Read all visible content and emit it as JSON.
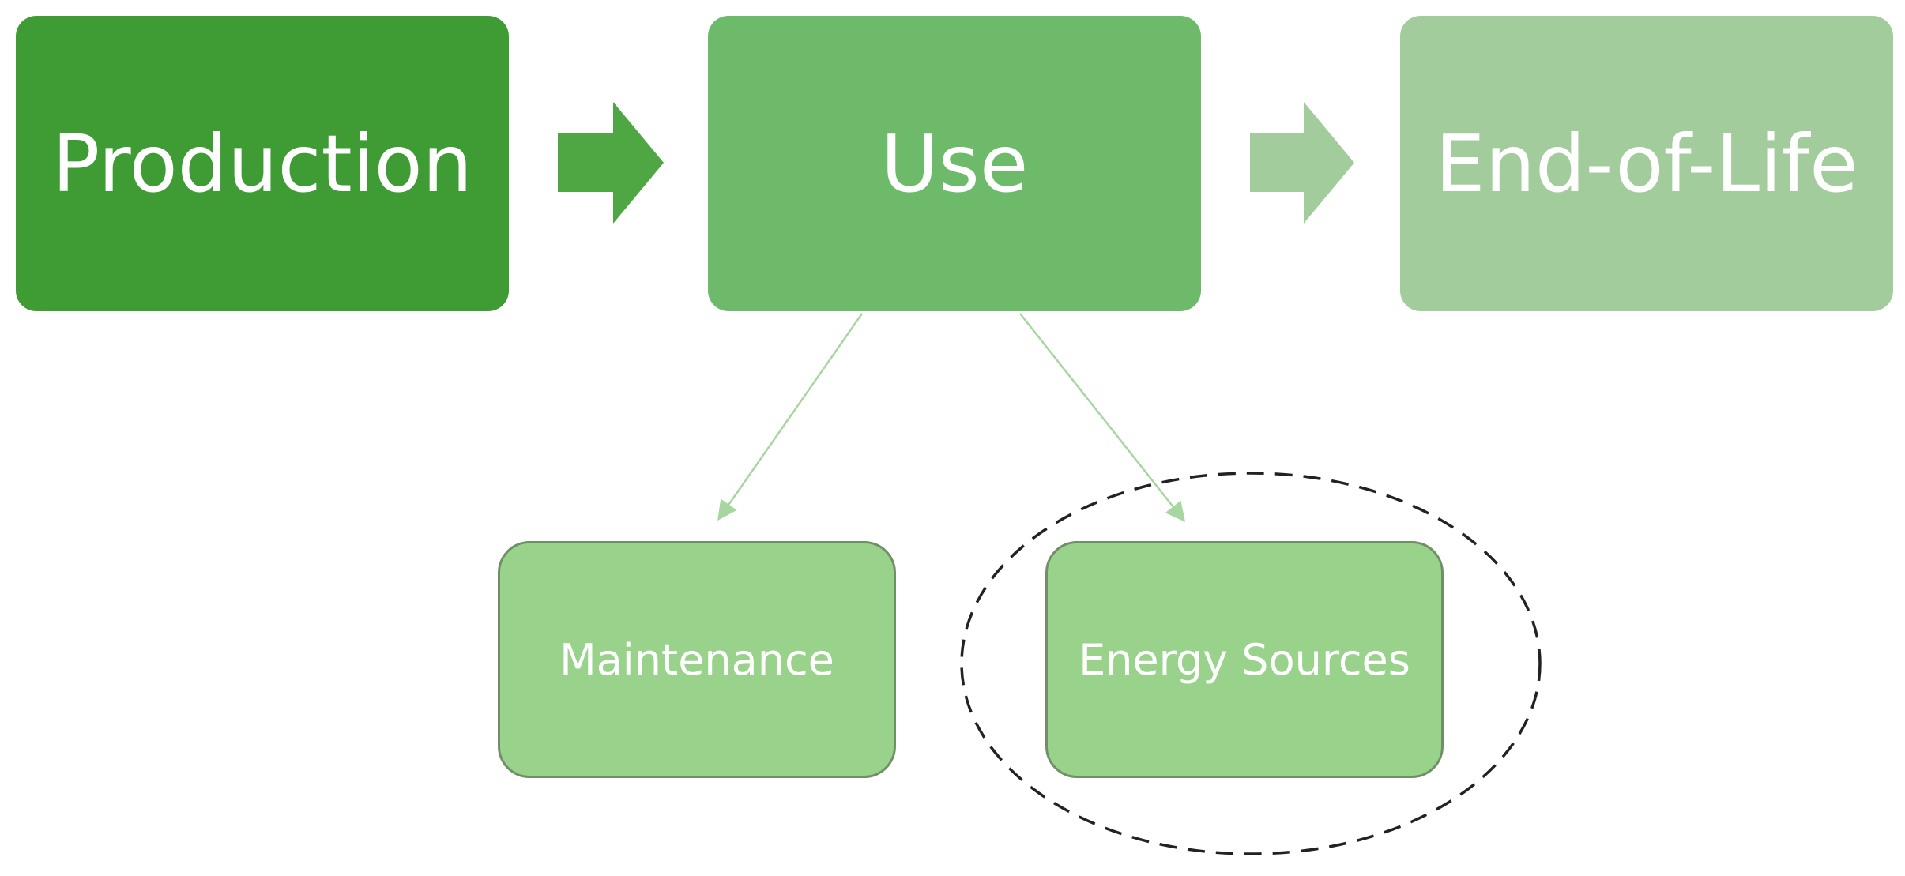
{
  "stages": [
    {
      "label": "Production"
    },
    {
      "label": "Use"
    },
    {
      "label": "End-of-Life"
    }
  ],
  "use_components": [
    {
      "label": "Maintenance"
    },
    {
      "label": "Energy Sources"
    }
  ],
  "highlighted_component": "Energy Sources",
  "colors": {
    "production": "#3f9c35",
    "use": "#6dbb6a",
    "end_of_life": "#a3cc9c",
    "arrow_production_use": "#4fa743",
    "arrow_use_eol": "#a3cc9c",
    "sub_box": "#99d28a",
    "sub_border": "#6f8f66",
    "connector_line": "#a8d6a0",
    "highlight_outline": "#222222"
  }
}
